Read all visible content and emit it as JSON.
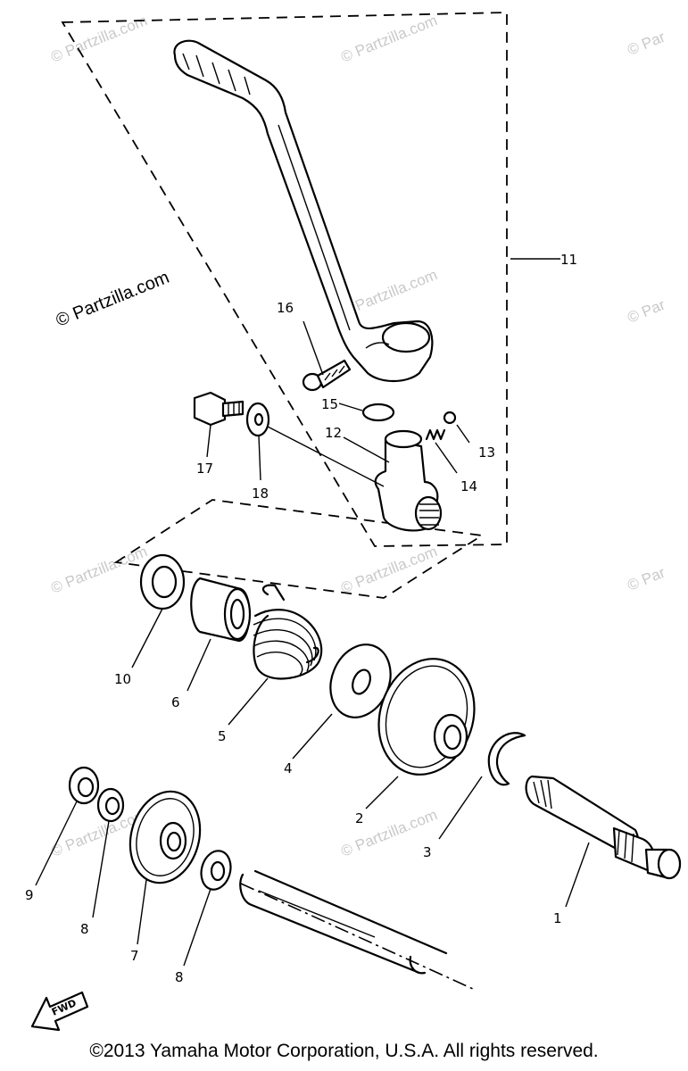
{
  "watermark": {
    "main": "© Partzilla.com",
    "text": "© Partzilla.com",
    "short": "© Par"
  },
  "callouts": {
    "c1": "1",
    "c2": "2",
    "c3": "3",
    "c4": "4",
    "c5": "5",
    "c6": "6",
    "c7": "7",
    "c8a": "8",
    "c8b": "8",
    "c9": "9",
    "c10": "10",
    "c11": "11",
    "c12": "12",
    "c13": "13",
    "c14": "14",
    "c15": "15",
    "c16": "16",
    "c17": "17",
    "c18": "18"
  },
  "fwd_label": "FWD",
  "copyright": "©2013 Yamaha Motor Corporation, U.S.A. All rights reserved."
}
